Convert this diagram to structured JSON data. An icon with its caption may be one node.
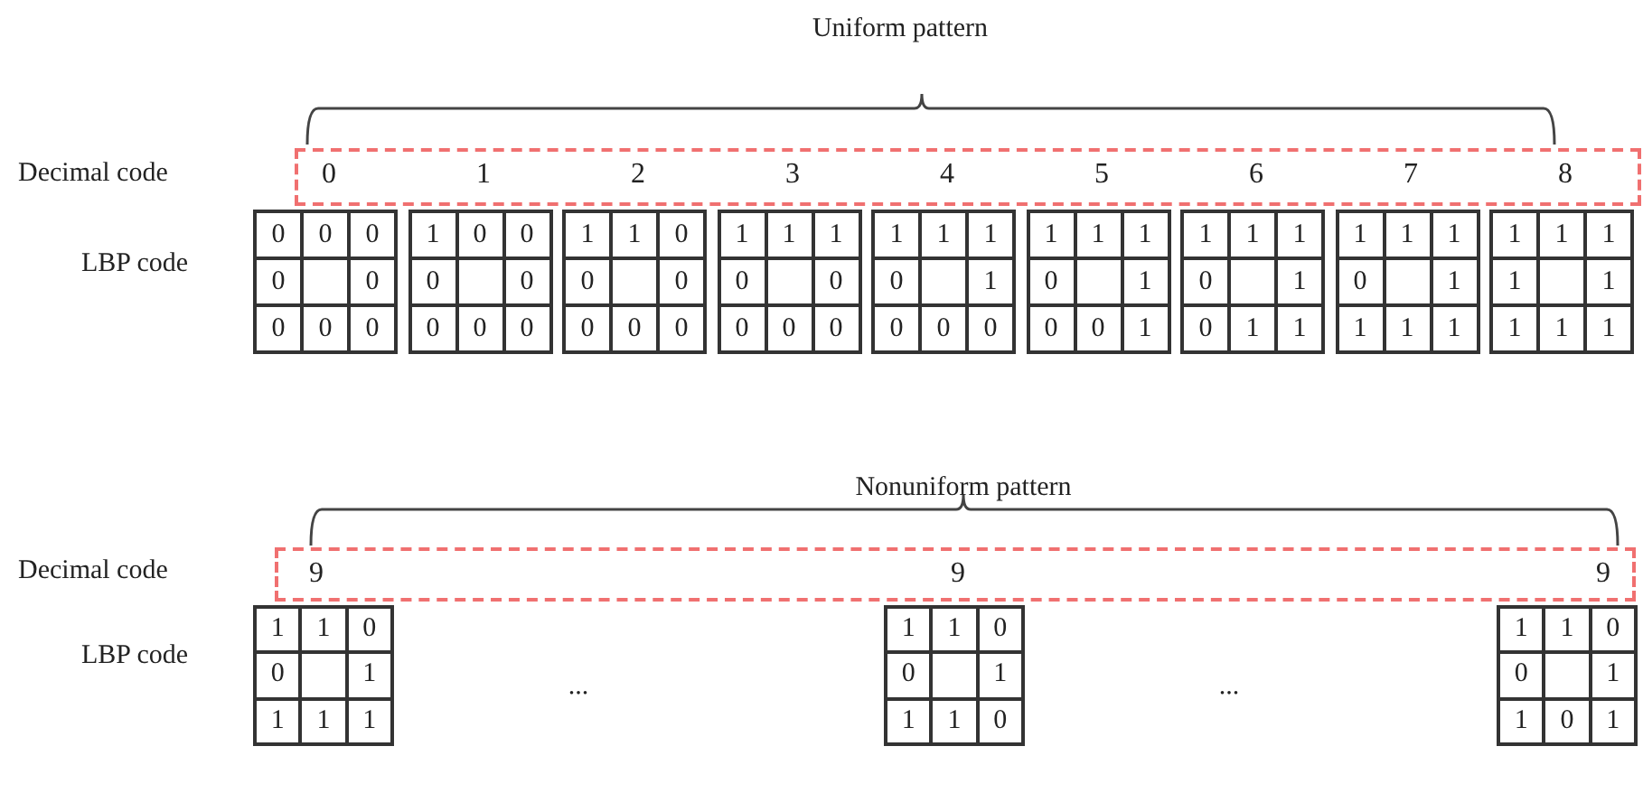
{
  "diagram": {
    "nodes": [
      {
        "text": [
          "0",
          "1",
          "2",
          "3",
          "4",
          "5",
          "6",
          "7",
          "8"
        ]
      },
      {
        "text": [
          "0",
          "0",
          "0",
          "0",
          "0",
          "0",
          "0",
          "0"
        ]
      },
      {
        "text": [
          "1",
          "0",
          "0",
          "0",
          "0",
          "0",
          "0",
          "0"
        ]
      },
      {
        "text": [
          "1",
          "1",
          "0",
          "0",
          "0",
          "0",
          "0",
          "0"
        ]
      },
      {
        "text": [
          "1",
          "1",
          "1",
          "0",
          "0",
          "0",
          "0",
          "0"
        ]
      },
      {
        "text": [
          "1",
          "1",
          "1",
          "0",
          "1",
          "0",
          "0",
          "0"
        ]
      },
      {
        "text": [
          "1",
          "1",
          "1",
          "0",
          "1",
          "0",
          "0",
          "1"
        ]
      },
      {
        "text": [
          "1",
          "1",
          "1",
          "0",
          "1",
          "0",
          "1",
          "1"
        ]
      },
      {
        "text": [
          "1",
          "1",
          "1",
          "0",
          "1",
          "1",
          "1",
          "1"
        ]
      },
      {
        "text": [
          "1",
          "1",
          "1",
          "1",
          "1",
          "1",
          "1",
          "1"
        ]
      },
      {
        "text": [
          "9",
          "9",
          "9"
        ]
      },
      {
        "text": [
          "1",
          "1",
          "0",
          "0",
          "1",
          "1",
          "1",
          "1"
        ]
      },
      {
        "text": [
          "1",
          "1",
          "0",
          "0",
          "1",
          "1",
          "1",
          "0"
        ]
      },
      {
        "text": [
          "1",
          "1",
          "0",
          "0",
          "1",
          "1",
          "0",
          "1"
        ]
      }
    ],
    "labels": [
      "Uniform pattern",
      "Decimal code",
      "LBP code",
      "Nonuniform pattern",
      "Decimal code",
      "LBP code",
      "...",
      "..."
    ]
  }
}
